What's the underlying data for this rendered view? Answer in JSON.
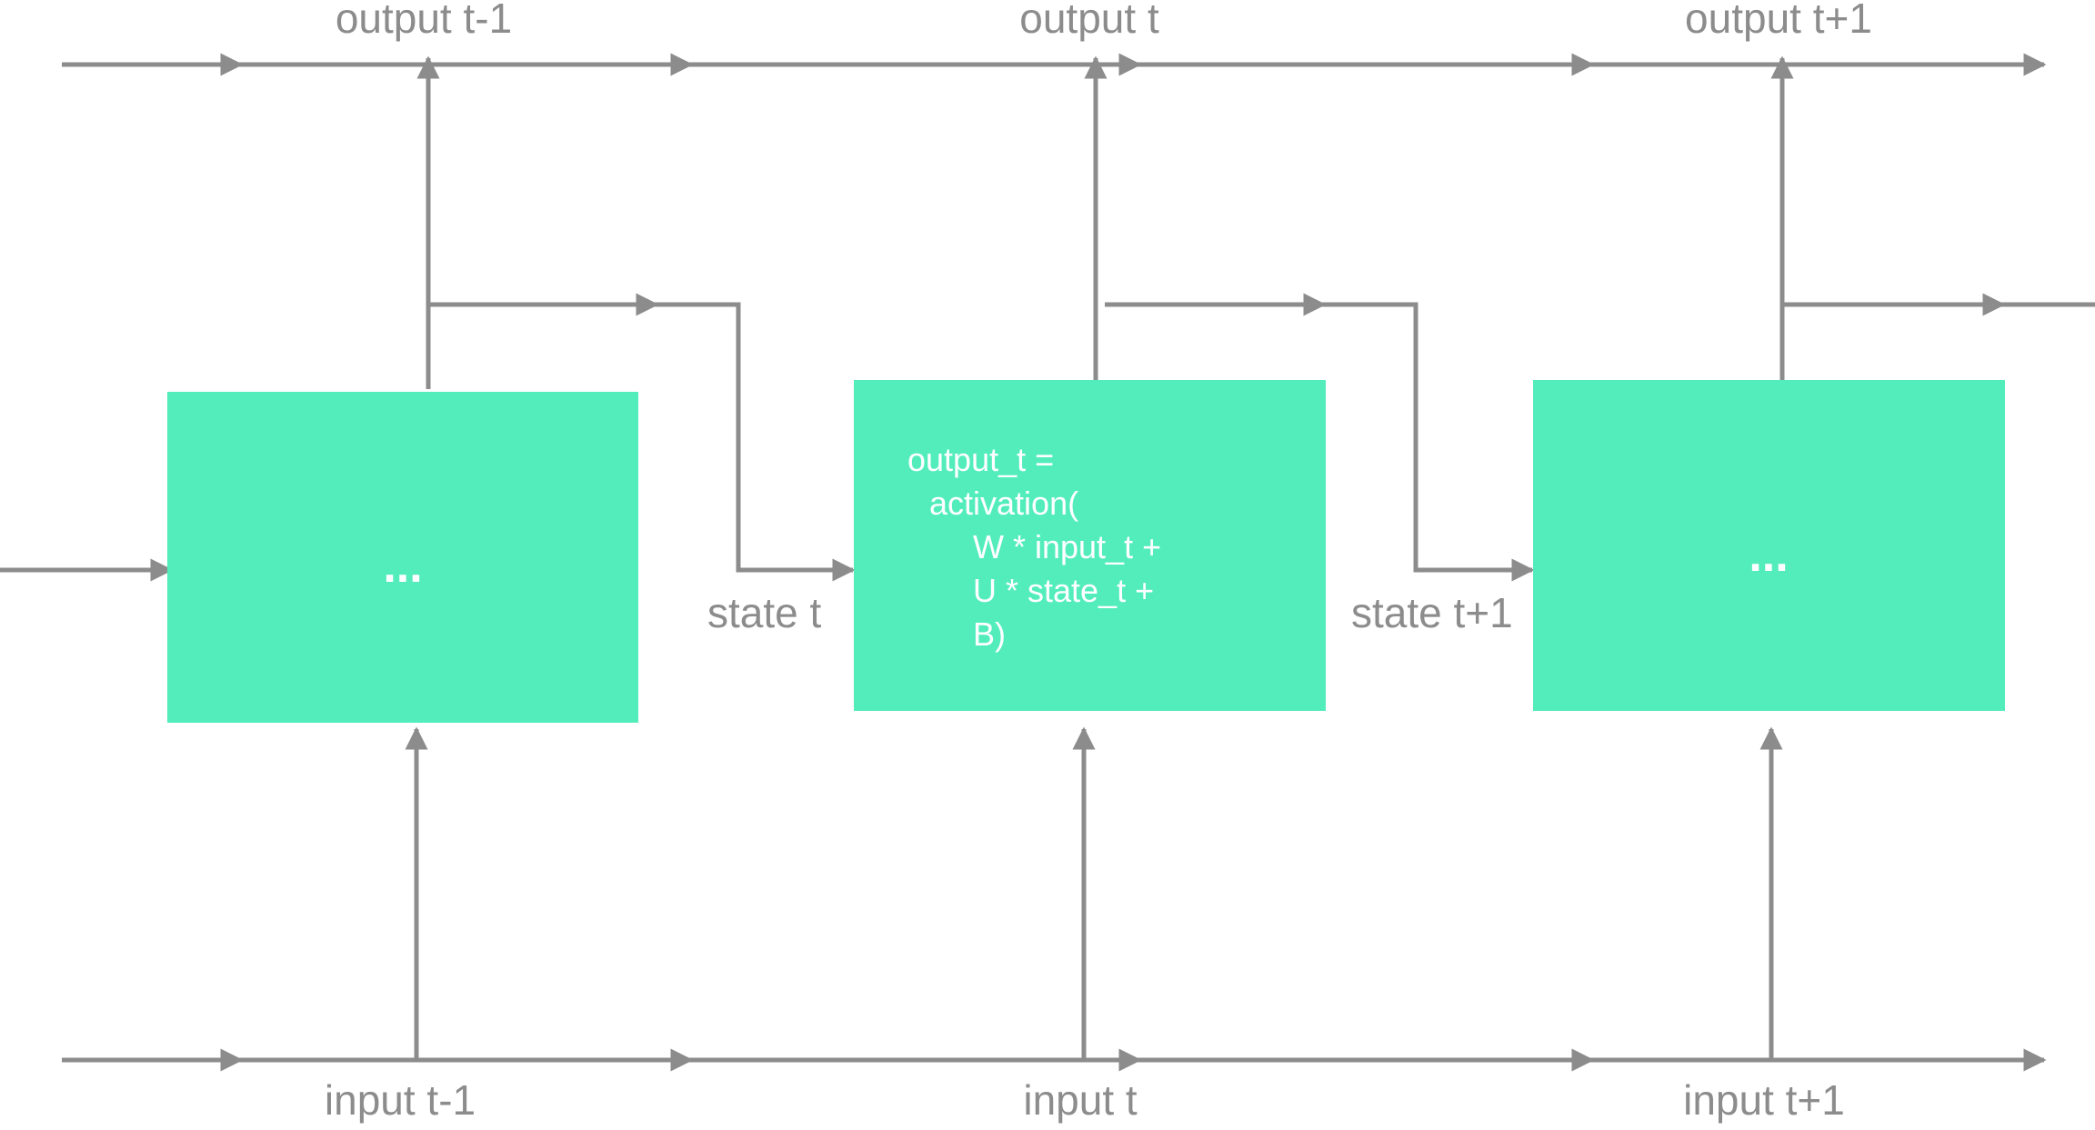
{
  "colors": {
    "line": "#8c8c8c",
    "label": "#8c8c8c",
    "cell_fill": "#53edbc",
    "cell_text": "#ffffff",
    "background": "#ffffff"
  },
  "labels": {
    "output_prev": "output t-1",
    "output_curr": "output t",
    "output_next": "output t+1",
    "input_prev": "input t-1",
    "input_curr": "input t",
    "input_next": "input t+1",
    "state_curr": "state t",
    "state_next": "state t+1"
  },
  "cells": {
    "prev": {
      "text": "..."
    },
    "curr": {
      "formula": [
        "output_t =",
        "activation(",
        "W * input_t +",
        "U * state_t +",
        "B)"
      ]
    },
    "next": {
      "text": "..."
    }
  }
}
